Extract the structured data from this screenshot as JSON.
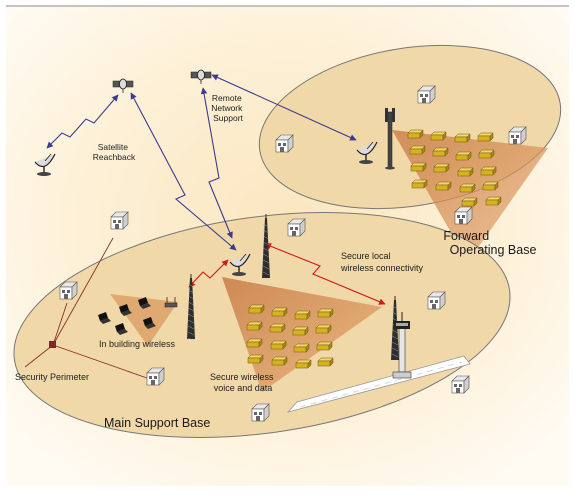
{
  "labels": {
    "satellite_reachback": [
      "Satellite",
      "Reachback"
    ],
    "remote_network_support": [
      "Remote",
      "Network",
      "Support"
    ],
    "forward_operating_base": [
      "Forward",
      "Operating Base"
    ],
    "secure_local_wireless": [
      "Secure local",
      "wireless connectivity"
    ],
    "in_building_wireless": "In building wireless",
    "security_perimeter": "Security Perimeter",
    "secure_wireless_voice_data": [
      "Secure wireless",
      "voice and data"
    ],
    "main_support_base": "Main Support Base"
  },
  "colors": {
    "base_fill": "#f0d8a8",
    "base_stroke": "#777777",
    "background_glow": "#fdf1d8",
    "coverage_cone": "#d9955a",
    "tent": "#d8b21e",
    "link_blue": "#3b3b8f",
    "link_red": "#d21a1a",
    "perimeter_line": "#8b2e2e"
  },
  "icons": [
    "satellite-icon",
    "satellite-dish-icon",
    "radio-tower-icon",
    "building-icon",
    "laptop-icon",
    "tent-icon",
    "control-tower-icon",
    "runway-icon",
    "perimeter-sensor-icon",
    "wireless-access-point-icon"
  ]
}
